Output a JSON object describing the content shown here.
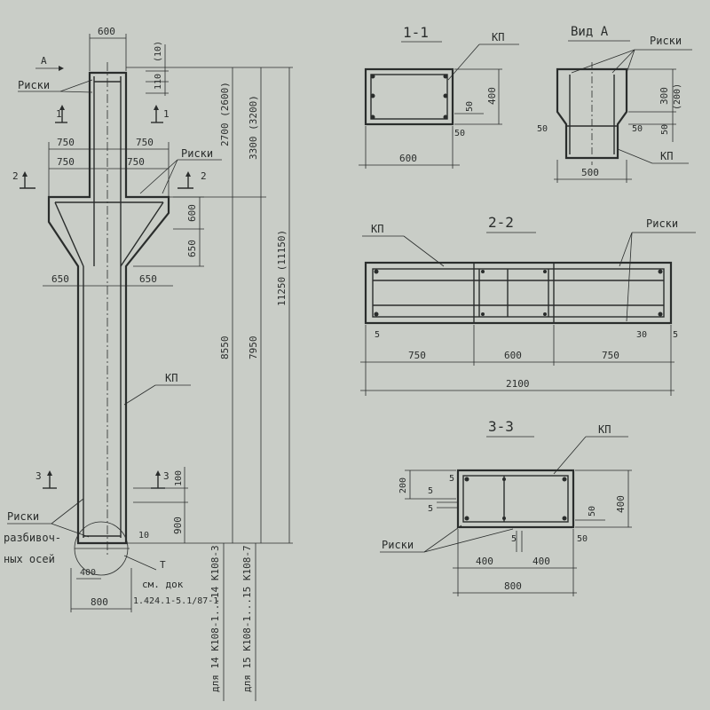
{
  "colors": {
    "paper": "#c9cdc7",
    "ink": "#2a2d2c"
  },
  "elevation": {
    "width_top": "600",
    "d10": "(10)",
    "d110": "110",
    "view_arrow": "A",
    "riski_top": "Риски",
    "cut1": "1",
    "cut2": "2",
    "cut3": "3",
    "d750a": "750",
    "d750b": "750",
    "d750c": "750",
    "d750d": "750",
    "riski_mid": "Риски",
    "d600": "600",
    "d650v": "650",
    "d650a": "650",
    "d650b": "650",
    "kp": "КП",
    "d2700": "2700 (2600)",
    "d3300": "3300 (3200)",
    "d11250": "11250 (11150)",
    "d8550": "8550",
    "d7950": "7950",
    "d100": "100",
    "d900": "900",
    "d10b": "10",
    "riski_bot": "Риски",
    "axes_label_1": "разбивоч-",
    "axes_label_2": "ных осей",
    "d400": "400",
    "d800": "800",
    "t_label": "Т",
    "doc_ref_1": "см. док",
    "doc_ref_2": "1.424.1-5.1/87-1",
    "vert_label_1": "для 14 К108-1...14 К108-3",
    "vert_label_2": "для 15 К108-1...15 К108-7"
  },
  "section11": {
    "title": "1-1",
    "kp": "КП",
    "d400": "400",
    "d50a": "50",
    "d50b": "50",
    "d600": "600"
  },
  "viewA": {
    "title": "Вид А",
    "riski": "Риски",
    "d300": "300",
    "d200": "(200)",
    "d50a": "50",
    "d50b": "50",
    "d50c": "50",
    "kp": "КП",
    "d500": "500"
  },
  "section22": {
    "title": "2-2",
    "kp": "КП",
    "riski": "Риски",
    "d5a": "5",
    "d30": "30",
    "d5b": "5",
    "d750a": "750",
    "d600": "600",
    "d750b": "750",
    "d2100": "2100"
  },
  "section33": {
    "title": "3-3",
    "kp": "КП",
    "d200": "200",
    "d5a": "5",
    "d5b": "5",
    "d5c": "5",
    "d5d": "5",
    "d400v": "400",
    "d50a": "50",
    "d50b": "50",
    "riski": "Риски",
    "d400a": "400",
    "d400b": "400",
    "d800": "800"
  }
}
